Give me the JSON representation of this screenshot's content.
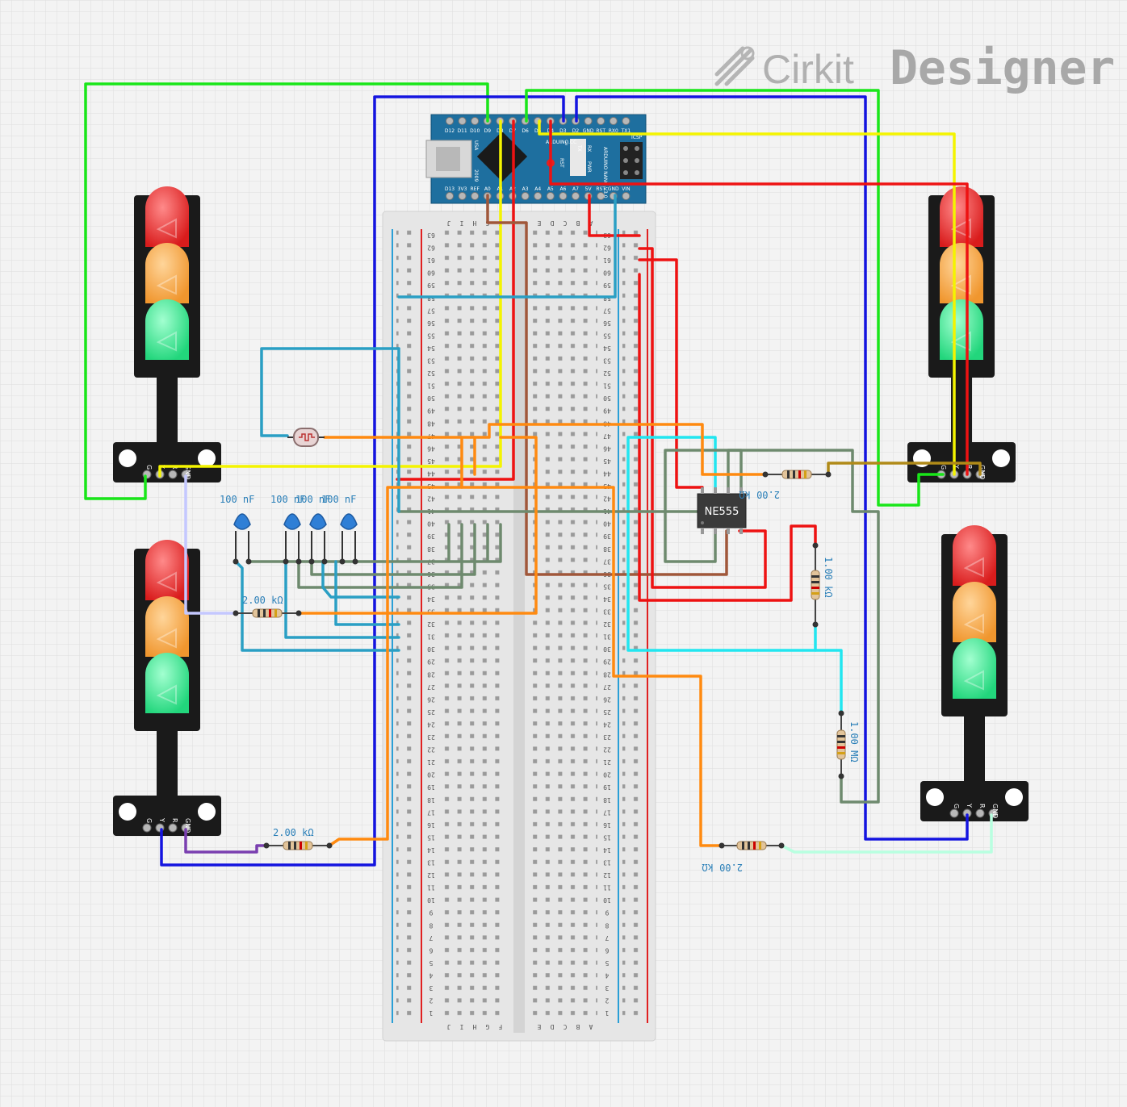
{
  "brand": {
    "name_left": "Cirkit",
    "name_right": "Designer"
  },
  "colors": {
    "grid": "#dddddd",
    "background": "#f3f3f3",
    "board": "#1e6f9f",
    "breadboard": "#e6e6e6"
  },
  "arduino": {
    "top_pins": [
      "D12",
      "D11",
      "D10",
      "D9",
      "D8",
      "D7",
      "D6",
      "D5",
      "D4",
      "D3",
      "D2",
      "GND",
      "RST",
      "RX0",
      "TX1"
    ],
    "bottom_pins": [
      "D13",
      "3V3",
      "REF",
      "A0",
      "A1",
      "A2",
      "A3",
      "A4",
      "A5",
      "A6",
      "A7",
      "5V",
      "RST",
      "GND",
      "VIN"
    ],
    "marks": [
      "ARDUINO NANO V3.0",
      "ARDUINO.CC",
      "USA",
      "2009",
      "ICSP",
      "RST",
      "PWR",
      "RX",
      "TX",
      "L"
    ]
  },
  "breadboard": {
    "rows_label_left": [
      "J",
      "I",
      "H",
      "G",
      "F"
    ],
    "rows_label_right": [
      "E",
      "D",
      "C",
      "B",
      "A"
    ],
    "row_count": 63
  },
  "ic": {
    "label": "NE555"
  },
  "traffic_light_pins": [
    "G",
    "Y",
    "R",
    "GND"
  ],
  "components": {
    "cap1": "100 nF",
    "cap2": "100 nF",
    "cap3": "100 nF",
    "cap4": "100 nF",
    "res_left_mid": "2.00 kΩ",
    "res_left_bottom": "2.00 kΩ",
    "res_top_right": "2.00 kΩ",
    "res_bottom_right": "2.00 kΩ",
    "res_vertical_1": "1.00 kΩ",
    "res_vertical_2": "1.00 MΩ"
  }
}
